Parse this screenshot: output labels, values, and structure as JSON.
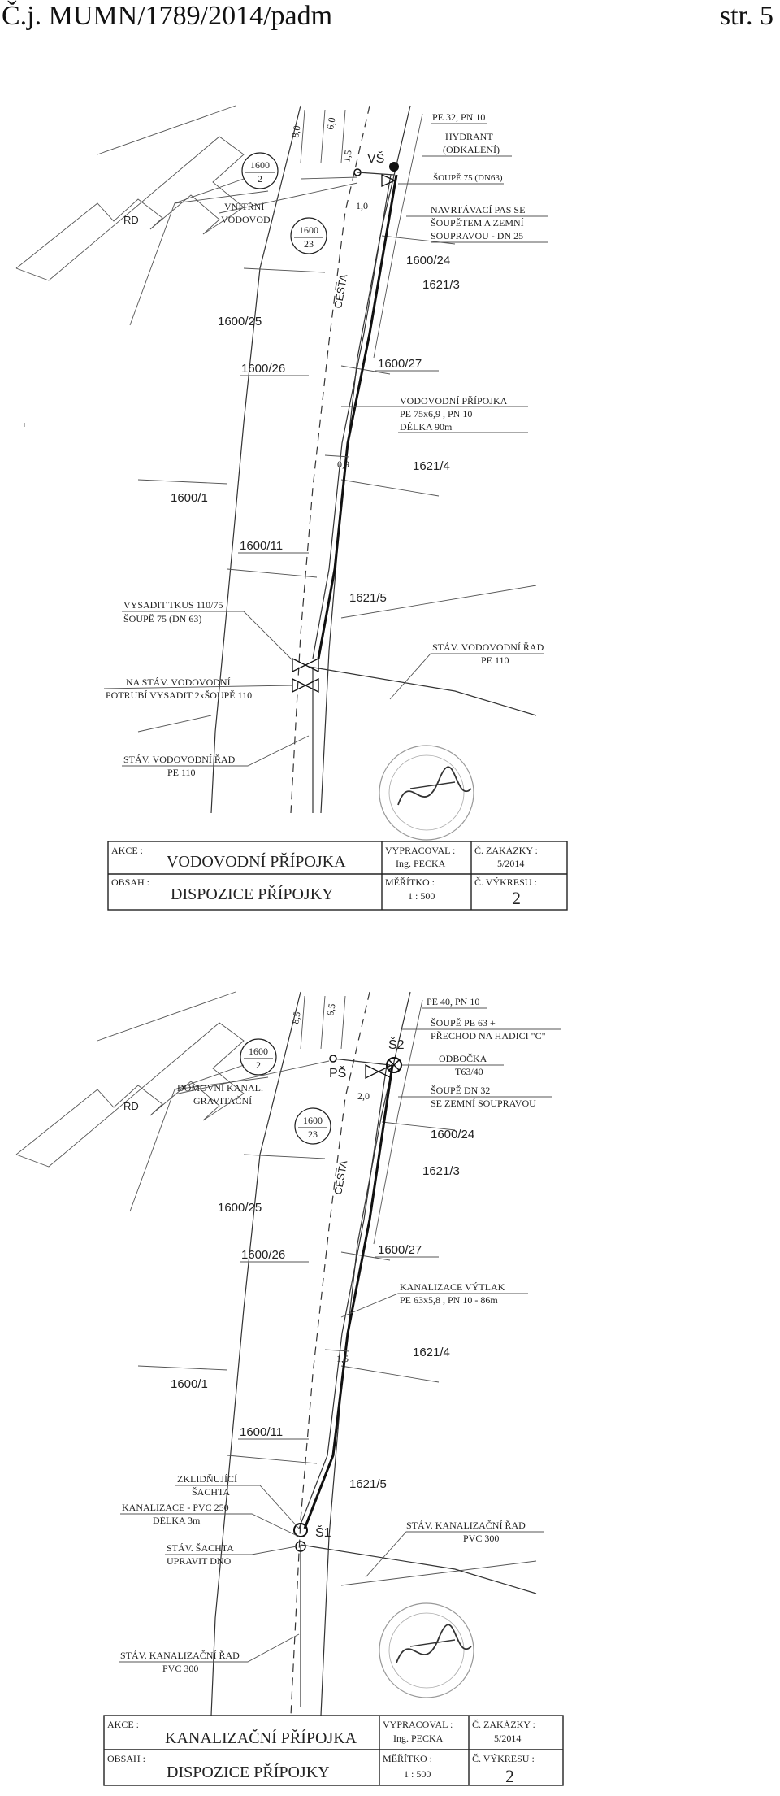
{
  "header": {
    "ref": "Č.j. MUMN/1789/2014/padm",
    "page": "str. 5"
  },
  "sheet1": {
    "lbl_pe32": "PE 32, PN 10",
    "lbl_hydrant1": "HYDRANT",
    "lbl_hydrant2": "(ODKALENÍ)",
    "lbl_soupe75": "ŠOUPĚ 75 (DN63)",
    "lbl_navrt1": "NAVRTÁVACÍ PAS SE",
    "lbl_navrt2": "ŠOUPĚTEM A ZEMNÍ",
    "lbl_navrt3": "SOUPRAVOU - DN 25",
    "lbl_vnitrni1": "VNITŘNÍ",
    "lbl_vnitrni2": "VODOVOD",
    "lbl_rd": "RD",
    "lbl_vs": "VŠ",
    "lbl_cesta": "CESTA",
    "circle_a_top": "1600",
    "circle_a_bot": "2",
    "circle_b_top": "1600",
    "circle_b_bot": "23",
    "dim_80": "8,0",
    "dim_60": "6,0",
    "dim_15": "1,5",
    "dim_10": "1,0",
    "dim_09": "0,9",
    "p1600_24": "1600/24",
    "p1621_3": "1621/3",
    "p1600_25": "1600/25",
    "p1600_26": "1600/26",
    "p1600_27": "1600/27",
    "p1621_4": "1621/4",
    "p1600_1": "1600/1",
    "p1600_11": "1600/11",
    "p1621_5": "1621/5",
    "lbl_pripojka1": "VODOVODNÍ PŘÍPOJKA",
    "lbl_pripojka2": "PE 75x6,9 , PN 10",
    "lbl_pripojka3": "DÉLKA 90m",
    "lbl_tkus1": "VYSADIT TKUS 110/75",
    "lbl_tkus2": "ŠOUPĚ 75 (DN 63)",
    "lbl_stav_rad1": "STÁV. VODOVODNÍ ŘAD",
    "lbl_stav_rad2": "PE 110",
    "lbl_potrubi1": "NA STÁV. VODOVODNÍ",
    "lbl_potrubi2": "POTRUBÍ VYSADIT 2xŠOUPĚ 110",
    "lbl_stav_rad3": "STÁV. VODOVODNÍ ŘAD",
    "lbl_stav_rad4": "PE 110",
    "tb_akce": "AKCE :",
    "tb_akce_val": "VODOVODNÍ PŘÍPOJKA",
    "tb_obsah": "OBSAH :",
    "tb_obsah_val": "DISPOZICE PŘÍPOJKY",
    "tb_vypracoval": "VYPRACOVAL :",
    "tb_autor": "Ing. PECKA",
    "tb_meritko": "MĚŘÍTKO :",
    "tb_meritko_val": "1 : 500",
    "tb_zakazka": "Č. ZAKÁZKY :",
    "tb_zakazka_val": "5/2014",
    "tb_vykres": "Č. VÝKRESU :",
    "tb_vykres_val": "2"
  },
  "sheet2": {
    "lbl_pe40": "PE 40, PN 10",
    "lbl_soupe63_1": "ŠOUPĚ PE 63 +",
    "lbl_soupe63_2": "PŘECHOD NA HADICI \"C\"",
    "lbl_odbocka1": "ODBOČKA",
    "lbl_odbocka2": "T63/40",
    "lbl_soupe32_1": "ŠOUPĚ DN 32",
    "lbl_soupe32_2": "SE ZEMNÍ SOUPRAVOU",
    "lbl_domovni1": "DOMOVNÍ KANAL.",
    "lbl_domovni2": "GRAVITAČNÍ",
    "lbl_rd": "RD",
    "lbl_ps": "PŠ",
    "lbl_s2": "Š2",
    "lbl_s1": "Š1",
    "lbl_cesta": "CESTA",
    "circle_a_top": "1600",
    "circle_a_bot": "2",
    "circle_b_top": "1600",
    "circle_b_bot": "23",
    "dim_85": "8,5",
    "dim_65": "6,5",
    "dim_20": "2,0",
    "dim_15": "1,5",
    "p1600_24": "1600/24",
    "p1621_3": "1621/3",
    "p1600_25": "1600/25",
    "p1600_26": "1600/26",
    "p1600_27": "1600/27",
    "p1621_4": "1621/4",
    "p1600_1": "1600/1",
    "p1600_11": "1600/11",
    "p1621_5": "1621/5",
    "lbl_vytlak1": "KANALIZACE VÝTLAK",
    "lbl_vytlak2": "PE 63x5,8 , PN 10 - 86m",
    "lbl_zklid1": "ZKLIDŇUJÍCÍ",
    "lbl_zklid2": "ŠACHTA",
    "lbl_kan_pvc1": "KANALIZACE - PVC 250",
    "lbl_kan_pvc2": "DÉLKA 3m",
    "lbl_stav_sachta1": "STÁV. ŠACHTA",
    "lbl_stav_sachta2": "UPRAVIT DNO",
    "lbl_stav_kan1": "STÁV. KANALIZAČNÍ ŘAD",
    "lbl_stav_kan2": "PVC 300",
    "lbl_stav_kan3": "STÁV. KANALIZAČNÍ ŘAD",
    "lbl_stav_kan4": "PVC 300",
    "tb_akce": "AKCE :",
    "tb_akce_val": "KANALIZAČNÍ PŘÍPOJKA",
    "tb_obsah": "OBSAH :",
    "tb_obsah_val": "DISPOZICE PŘÍPOJKY",
    "tb_vypracoval": "VYPRACOVAL :",
    "tb_autor": "Ing. PECKA",
    "tb_meritko": "MĚŘÍTKO :",
    "tb_meritko_val": "1 : 500",
    "tb_zakazka": "Č. ZAKÁZKY :",
    "tb_zakazka_val": "5/2014",
    "tb_vykres": "Č. VÝKRESU :",
    "tb_vykres_val": "2"
  }
}
